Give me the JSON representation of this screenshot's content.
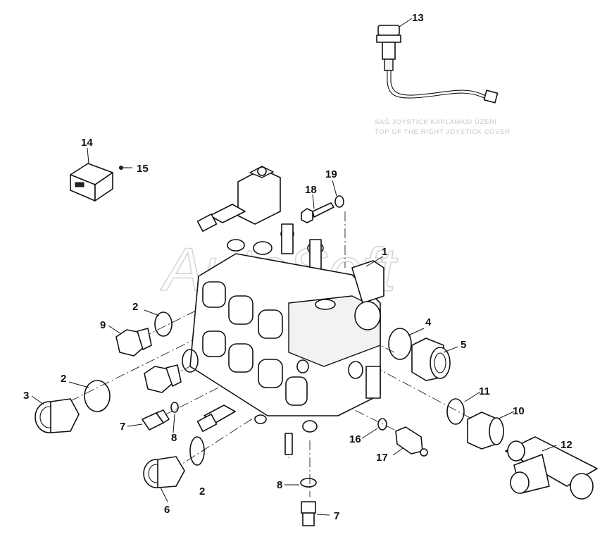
{
  "note": {
    "line1": "SAĞ JOYSTİCK KAPLAMASI ÜZERİ",
    "line2": "TOP OF THE RIGHT JOYSTICK COVER"
  },
  "watermark": "AutoSoft",
  "callouts": {
    "c1": "1",
    "c2a": "2",
    "c2b": "2",
    "c2c": "2",
    "c3": "3",
    "c4": "4",
    "c5": "5",
    "c6": "6",
    "c7a": "7",
    "c7b": "7",
    "c8a": "8",
    "c8b": "8",
    "c9": "9",
    "c10": "10",
    "c11": "11",
    "c12": "12",
    "c13": "13",
    "c14": "14",
    "c15": "15",
    "c16": "16",
    "c17": "17",
    "c18": "18",
    "c19": "19"
  }
}
